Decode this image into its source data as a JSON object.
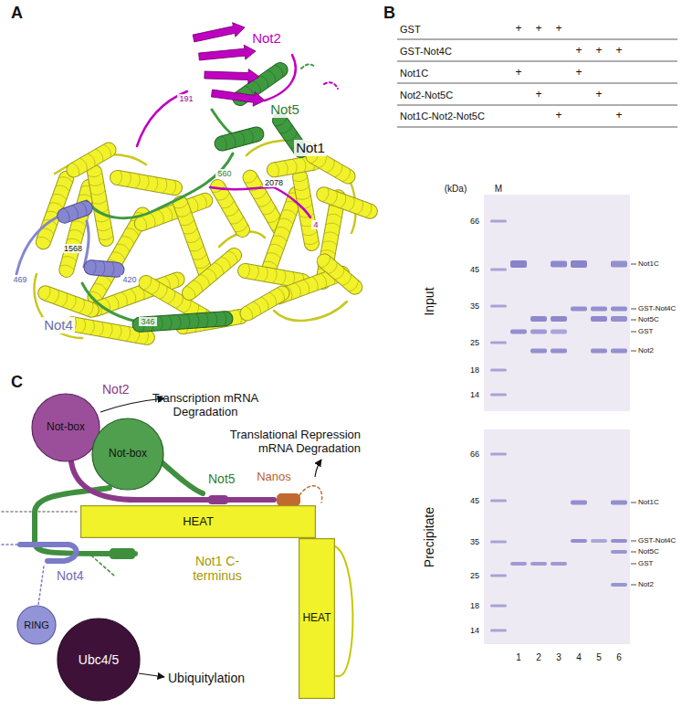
{
  "diagram": {
    "nodes": [
      {
        "text": [
          "Not-box"
        ]
      },
      {
        "text": [
          "Not-box"
        ]
      },
      {
        "text": [
          "HEAT"
        ]
      },
      {
        "text": [
          "HEAT"
        ]
      },
      {
        "text": [
          "RING"
        ]
      },
      {
        "text": [
          "Ubc4/5"
        ]
      }
    ],
    "labels": [
      "A",
      "Not2",
      "191",
      "Not5",
      "560",
      "Not1",
      "2078",
      "4",
      "1568",
      "469",
      "420",
      "346",
      "Not4",
      "B",
      "GST",
      "GST-Not4C",
      "Not1C",
      "Not2-Not5C",
      "Not1C-Not2-Not5C",
      "+",
      "+",
      "+",
      "+",
      "+",
      "+",
      "+",
      "+",
      "+",
      "+",
      "+",
      "+",
      "(kDa)",
      "M",
      "66",
      "45",
      "35",
      "25",
      "18",
      "14",
      "Input",
      "Not1C",
      "GST-Not4C",
      "Not5C",
      "GST",
      "Not2",
      "66",
      "45",
      "35",
      "25",
      "18",
      "14",
      "Precipitate",
      "Not1C",
      "GST-Not4C",
      "Not5C",
      "GST",
      "Not2",
      "1",
      "2",
      "3",
      "4",
      "5",
      "6",
      "C",
      "Not2",
      "Not5",
      "Transcription mRNA Degradation",
      "Translational Repression mRNA Degradation",
      "Nanos",
      "Not1 C-terminus",
      "Not4",
      "Ubiquitylation"
    ]
  }
}
